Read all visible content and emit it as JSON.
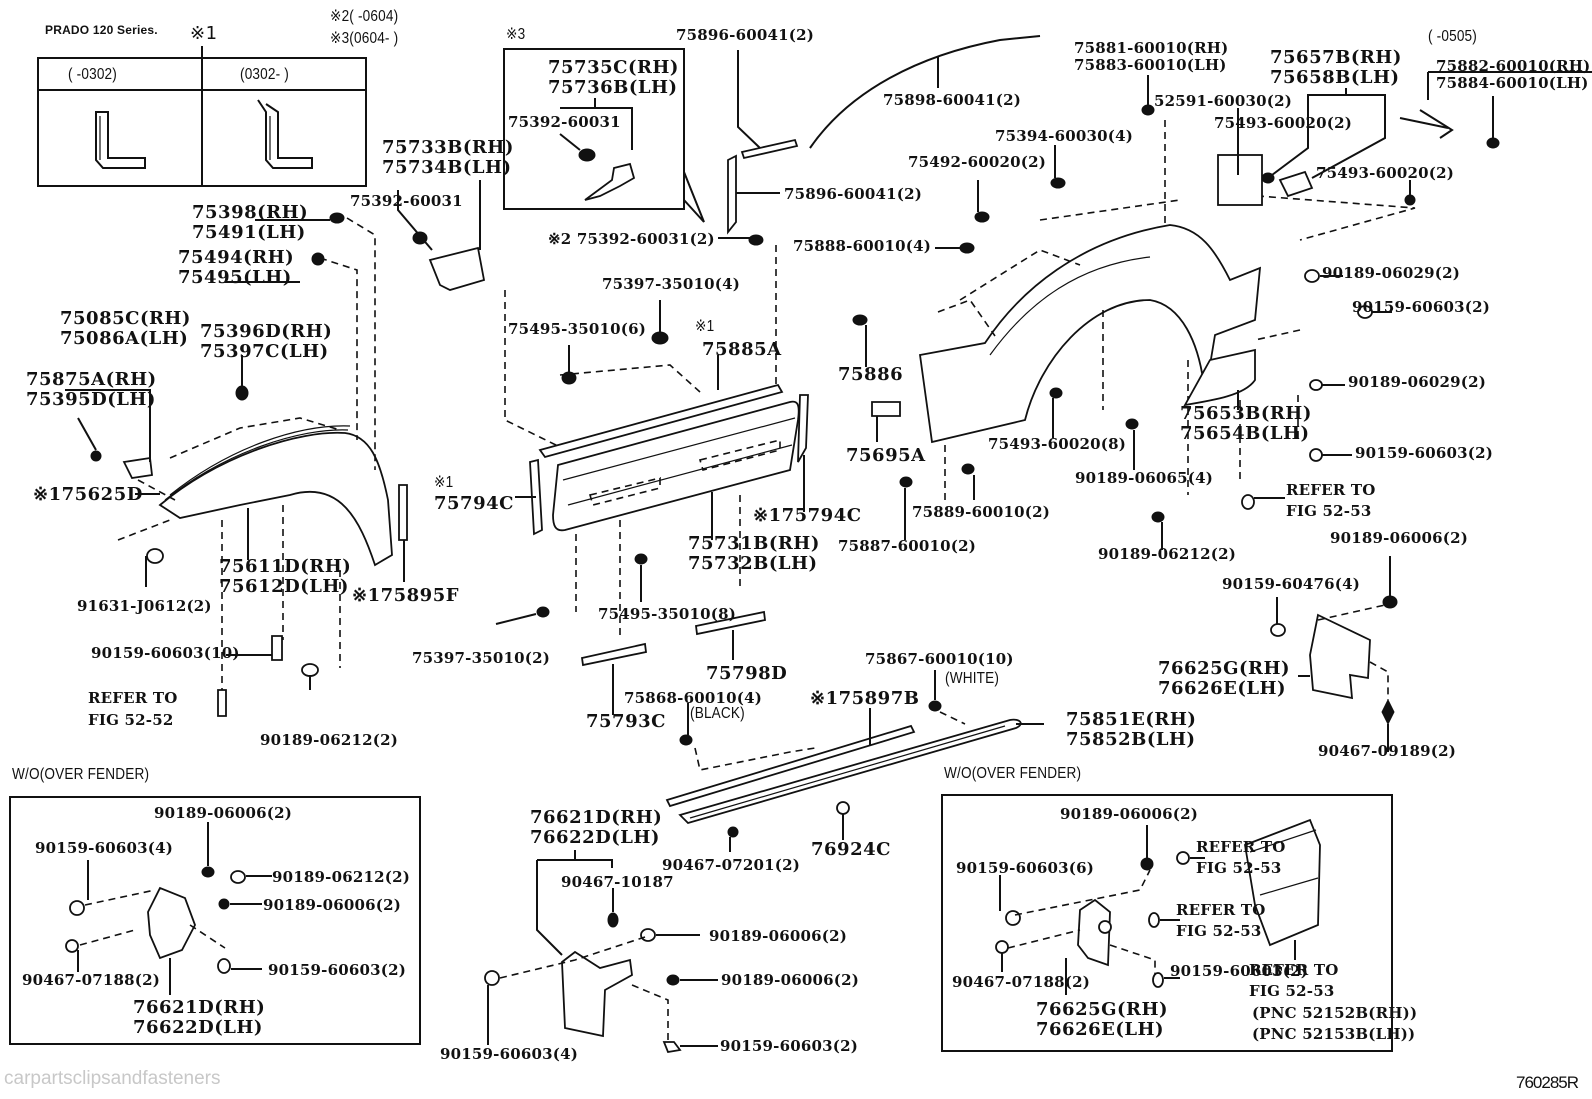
{
  "header": {
    "series_title": "PRADO 120 Series.",
    "note_1_mark": "※1",
    "note_2": "※2(      -0604)",
    "note_3": "※3(0604-      )",
    "table_col_1": "(      -0302)",
    "table_col_2": "(0302-      )"
  },
  "box3": {
    "mark": "※3",
    "part_rh": "75735C(RH)",
    "part_lh": "75736B(LH)",
    "clip": "75392-60031"
  },
  "labels": {
    "p75733b": "75733B(RH)",
    "p75734b": "75734B(LH)",
    "p75392_a": "75392-60031",
    "p75398": "75398(RH)",
    "p75491": "75491(LH)",
    "p75494": "75494(RH)",
    "p75495": "75495(LH)",
    "p75085c": "75085C(RH)",
    "p75086a": "75086A(LH)",
    "p75396d": "75396D(RH)",
    "p75397c": "75397C(LH)",
    "p75875a": "75875A(RH)",
    "p75395d": "75395D(LH)",
    "p75625d": "※175625D",
    "p75611d": "75611D(RH)",
    "p75612d": "75612D(LH)",
    "p75895f": "※175895F",
    "p91631": "91631-J0612(2)",
    "p90159_10": "90159-60603(10)",
    "refer_5252_a": "REFER TO",
    "refer_5252_b": "FIG 52-52",
    "p90189_06212_a": "90189-06212(2)",
    "p75896_top": "75896-60041(2)",
    "p75898": "75898-60041(2)",
    "p75896_mid": "75896-60041(2)",
    "p75392_x2": "※2 75392-60031(2)",
    "p75888": "75888-60010(4)",
    "p75397_35010_4": "75397-35010(4)",
    "p75495_35010_6": "75495-35010(6)",
    "x1_mark": "※1",
    "p75885a": "75885A",
    "x1_mark_b": "※1",
    "p75794c_l": "75794C",
    "p75794c_r": "※175794C",
    "p75731b": "75731B(RH)",
    "p75732b": "75732B(LH)",
    "p75495_35010_8": "75495-35010(8)",
    "p75397_35010_2": "75397-35010(2)",
    "p75798d": "75798D",
    "p75793c": "75793C",
    "p75868": "75868-60010(4)",
    "black_note": "(BLACK)",
    "p75897b": "※175897B",
    "p75867": "75867-60010(10)",
    "white_note": "(WHITE)",
    "p75851e": "75851E(RH)",
    "p75852b": "75852B(LH)",
    "p90467_07201": "90467-07201(2)",
    "p76924c": "76924C",
    "p76621d_c": "76621D(RH)",
    "p76622d_c": "76622D(LH)",
    "p90467_10187": "90467-10187",
    "p90189_06006_c1": "90189-06006(2)",
    "p90189_06006_c2": "90189-06006(2)",
    "p90159_60603_c4": "90159-60603(4)",
    "p90159_60603_c2": "90159-60603(2)",
    "p75881": "75881-60010(RH)",
    "p75883": "75883-60010(LH)",
    "p75394": "75394-60030(4)",
    "p75492": "75492-60020(2)",
    "p52591": "52591-60030(2)",
    "p75657b": "75657B(RH)",
    "p75658b": "75658B(LH)",
    "date_0505": "(      -0505)",
    "p75882": "75882-60010(RH)",
    "p75884": "75884-60010(LH)",
    "p75493_inner": "75493-60020(2)",
    "p75493_right": "75493-60020(2)",
    "p90189_06029_a": "90189-06029(2)",
    "p90159_60603_r1": "90159-60603(2)",
    "p75886": "75886",
    "p75695a": "75695A",
    "p75493_8": "75493-60020(8)",
    "p75653b": "75653B(RH)",
    "p75654b": "75654B(LH)",
    "p90189_06029_b": "90189-06029(2)",
    "p90159_60603_r2": "90159-60603(2)",
    "p90189_06065": "90189-06065(4)",
    "refer_5253_a": "REFER TO",
    "refer_5253_b": "FIG 52-53",
    "p75889": "75889-60010(2)",
    "p75887": "75887-60010(2)",
    "p90189_06212_r": "90189-06212(2)",
    "p90189_06006_r": "90189-06006(2)",
    "p90159_60476": "90159-60476(4)",
    "p76625g": "76625G(RH)",
    "p76626e": "76626E(LH)",
    "p90467_09189": "90467-09189(2)"
  },
  "wo_left": {
    "title": "W/O(OVER FENDER)",
    "p90189_06006_top": "90189-06006(2)",
    "p90159_60603_4": "90159-60603(4)",
    "p90189_06212": "90189-06212(2)",
    "p90189_06006_mid": "90189-06006(2)",
    "p90467_07188": "90467-07188(2)",
    "p90159_60603_2": "90159-60603(2)",
    "part_rh": "76621D(RH)",
    "part_lh": "76622D(LH)"
  },
  "wo_right": {
    "title": "W/O(OVER FENDER)",
    "p90189_06006": "90189-06006(2)",
    "p90159_60603_6": "90159-60603(6)",
    "refer1_a": "REFER TO",
    "refer1_b": "FIG 52-53",
    "refer2_a": "REFER TO",
    "refer2_b": "FIG 52-53",
    "p90467_07188": "90467-07188(2)",
    "p90159_60603_2": "90159-60603(2)",
    "part_rh": "76625G(RH)",
    "part_lh": "76626E(LH)",
    "refer3_a": "REFER TO",
    "refer3_b": "FIG 52-53",
    "pnc_rh": "(PNC 52152B(RH))",
    "pnc_lh": "(PNC 52153B(LH))"
  },
  "footer": {
    "watermark": "carpartsclipsandfasteners",
    "figure_code": "760285R"
  }
}
